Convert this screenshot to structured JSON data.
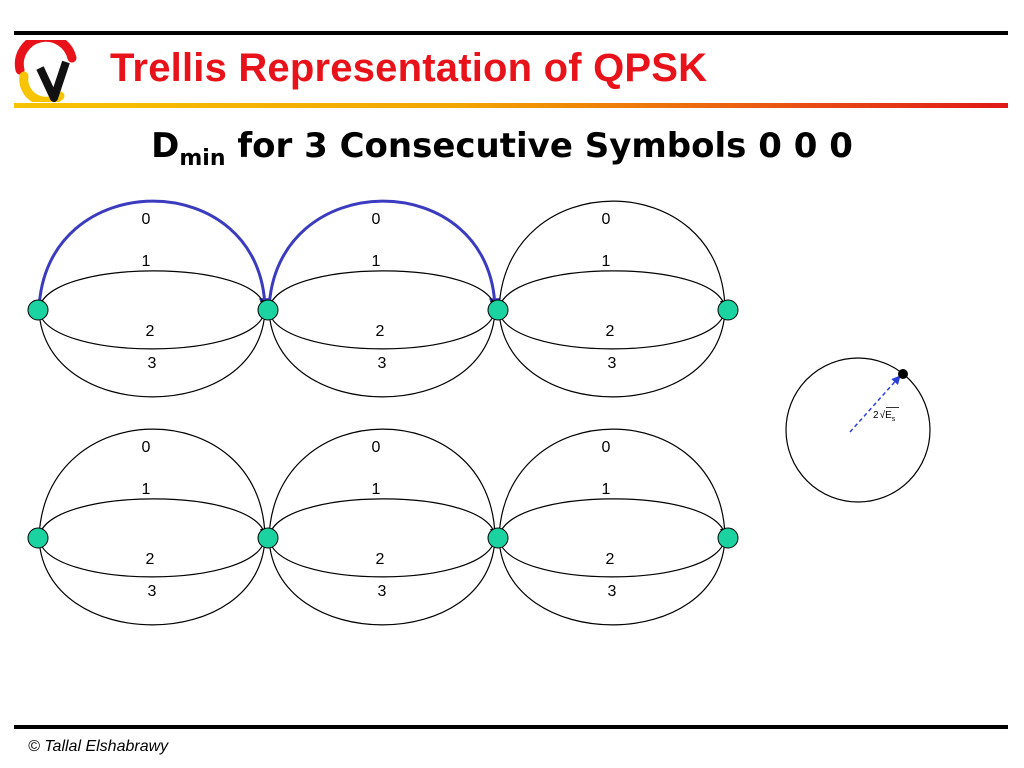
{
  "slide": {
    "title": "Trellis Representation of QPSK",
    "subtitle": {
      "prefix": "D",
      "subscript": "min",
      "rest": " for 3 Consecutive Symbols 0 0 0"
    },
    "footer": "© Tallal Elshabrawy"
  },
  "colors": {
    "title": "#e8121a",
    "node": "#1bd3a0",
    "highlight": "#3b3bbf",
    "rule_gradient": [
      "#f6c400",
      "#e01818"
    ]
  },
  "trellis_top": {
    "edge_labels": [
      "0",
      "1",
      "2",
      "3"
    ],
    "highlighted_edge_label": "0",
    "highlighted_stages": [
      1,
      2
    ]
  },
  "trellis_bottom": {
    "edge_labels": [
      "0",
      "1",
      "2",
      "3"
    ]
  },
  "constellation": {
    "distance_label": {
      "coefficient": "2",
      "symbol": "E",
      "subscript": "s"
    }
  },
  "icons": [
    "logo-icon"
  ]
}
